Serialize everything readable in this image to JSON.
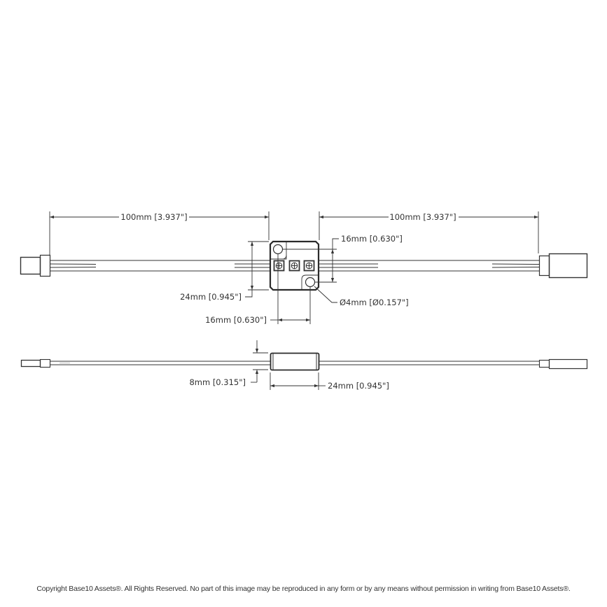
{
  "drawing": {
    "top_view": {
      "dim_left_length": "100mm [3.937\"]",
      "dim_right_length": "100mm [3.937\"]",
      "dim_hole_spacing_vertical": "16mm [0.630\"]",
      "dim_body_height": "24mm [0.945\"]",
      "dim_hole_spacing_horizontal": "16mm [0.630\"]",
      "dim_hole_diameter": "Ø4mm [Ø0.157\"]"
    },
    "side_view": {
      "dim_thickness": "8mm [0.315\"]",
      "dim_body_width": "24mm [0.945\"]"
    }
  },
  "footer": {
    "copyright": "Copyright Base10 Assets®.  All Rights Reserved. No part of this image may be reproduced in any form or by any means without permission in writing from Base10 Assets®."
  },
  "colors": {
    "line": "#333333",
    "body_outline": "#2b2b2b",
    "background": "#ffffff"
  }
}
